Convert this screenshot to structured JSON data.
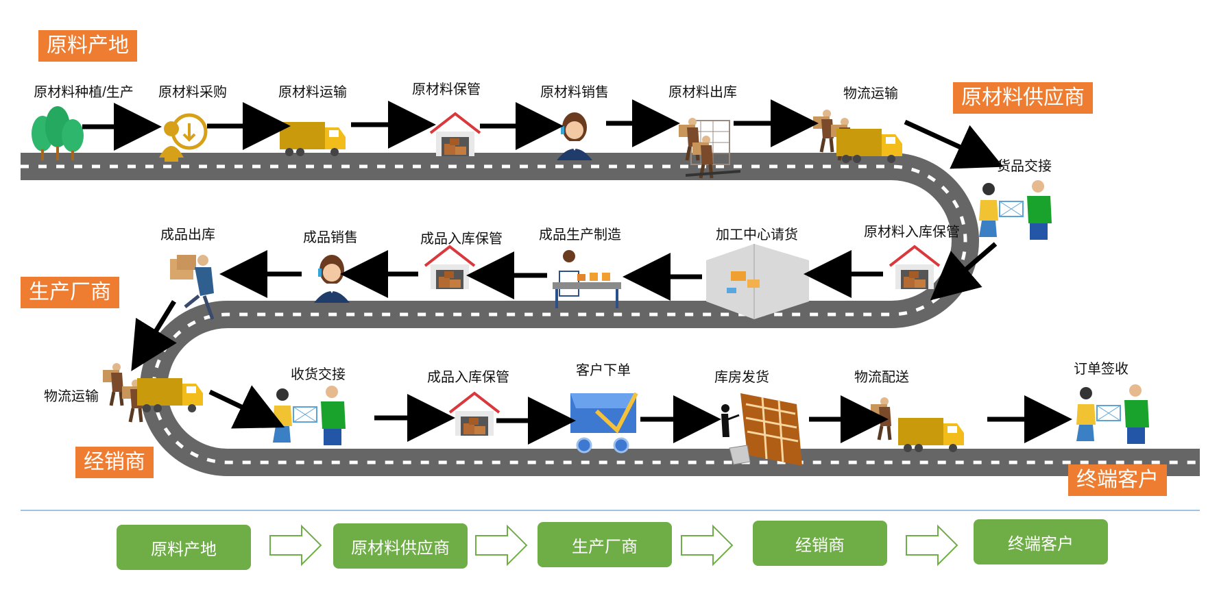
{
  "stages": {
    "origin": "原料产地",
    "supplier": "原材料供应商",
    "manufacturer": "生产厂商",
    "distributor": "经销商",
    "customer": "终端客户"
  },
  "row1": {
    "grow": "原材料种植/生产",
    "purchase": "原材料采购",
    "transport": "原材料运输",
    "storage": "原材料保管",
    "sales": "原材料销售",
    "outbound": "原材料出库",
    "logistics": "物流运输"
  },
  "handover1": "货品交接",
  "row2": {
    "inbound": "原材料入库保管",
    "request": "加工中心请货",
    "produce": "成品生产制造",
    "store": "成品入库保管",
    "sales": "成品销售",
    "outbound": "成品出库"
  },
  "logistics2": "物流运输",
  "row3": {
    "receive": "收货交接",
    "store": "成品入库保管",
    "order": "客户下单",
    "ship": "库房发货",
    "deliver": "物流配送",
    "sign": "订单签收"
  },
  "footer_flow": [
    "原料产地",
    "原材料供应商",
    "生产厂商",
    "经销商",
    "终端客户"
  ],
  "colors": {
    "tag_orange": "#ef7d31",
    "box_green": "#6fae47",
    "road": "#666666",
    "divider": "#9dc3e6"
  }
}
